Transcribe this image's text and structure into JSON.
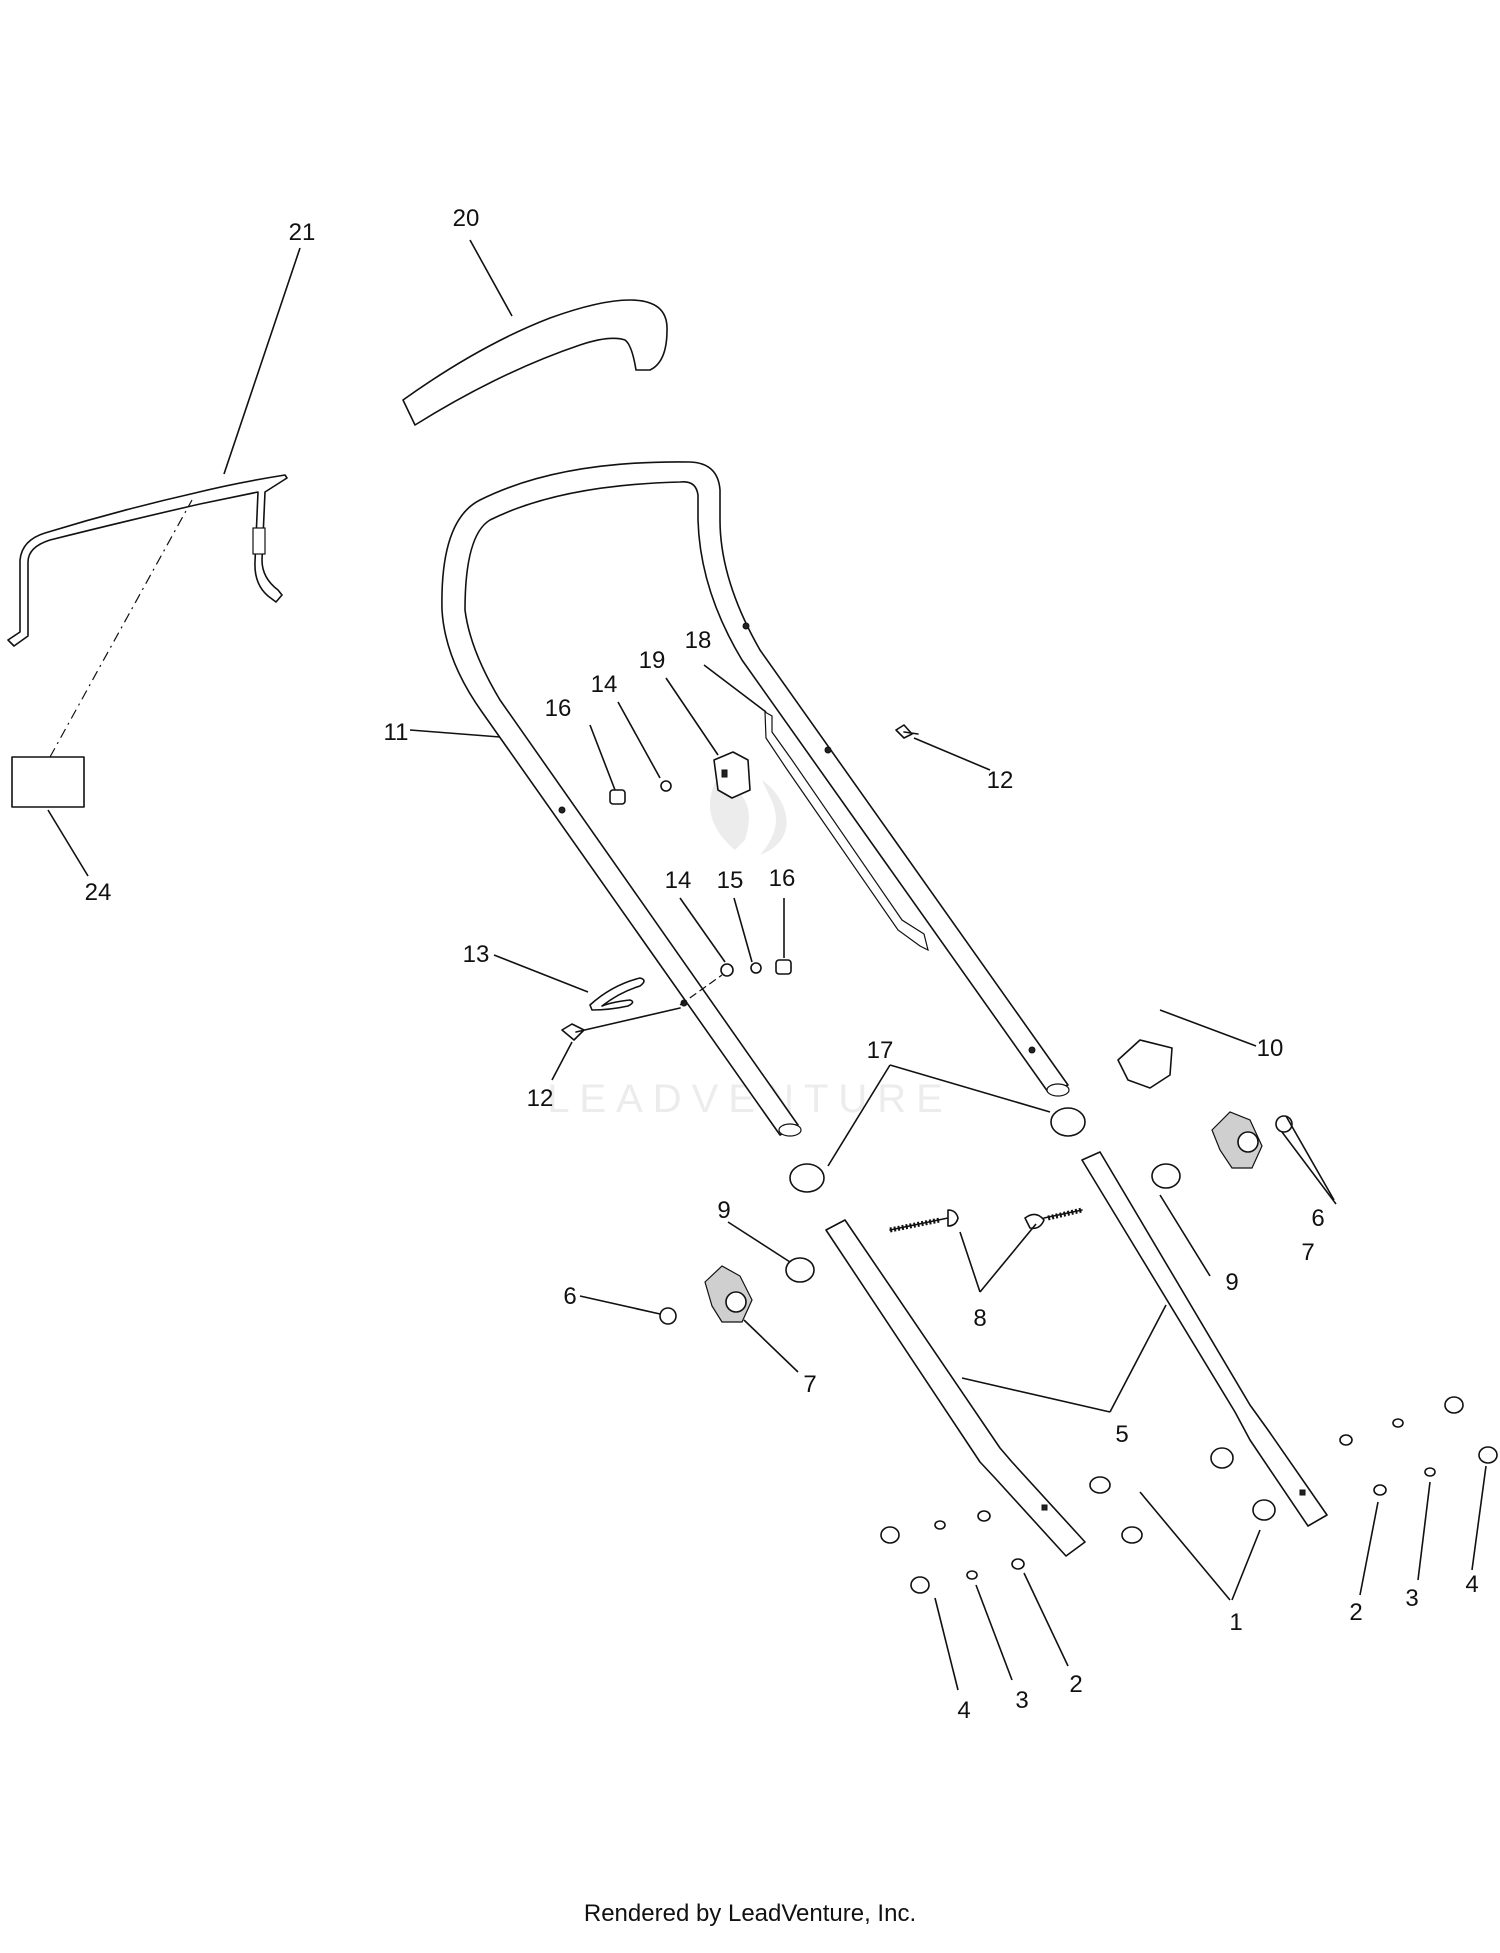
{
  "callouts": [
    "1",
    "2",
    "3",
    "4",
    "5",
    "6",
    "7",
    "8",
    "9",
    "10",
    "11",
    "12",
    "13",
    "14",
    "15",
    "16",
    "17",
    "18",
    "19",
    "20",
    "21",
    "24"
  ],
  "watermark": "LEADVENTURE",
  "footer": "Rendered by LeadVenture, Inc."
}
